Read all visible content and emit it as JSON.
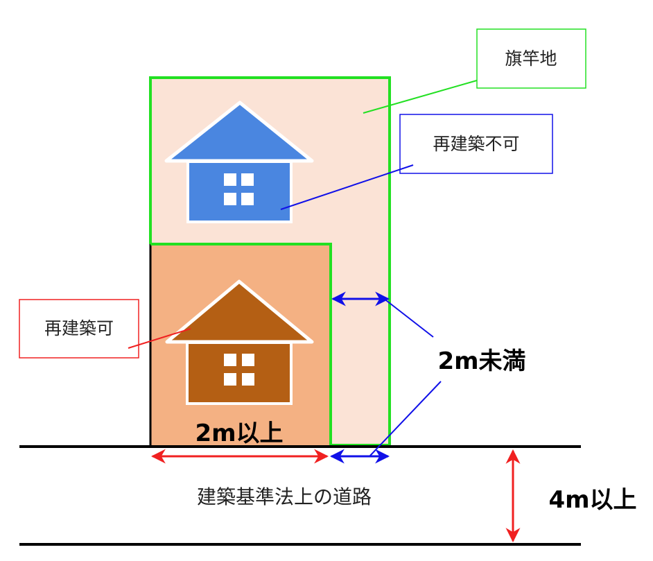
{
  "labels": {
    "flag_lot": "旗竿地",
    "not_rebuildable": "再建築不可",
    "rebuildable": "再建築可",
    "less_than_2m": "2m未満",
    "more_than_2m": "2m以上",
    "road": "建築基準法上の道路",
    "road_width": "4m以上"
  },
  "colors": {
    "flag_lot_fill": "#fbe3d6",
    "front_lot_fill": "#f4b183",
    "flag_border": "#22e022",
    "blue_house": "#4a86e0",
    "brown_house": "#b45f14",
    "blue": "#1010e8",
    "red": "#f02020"
  }
}
